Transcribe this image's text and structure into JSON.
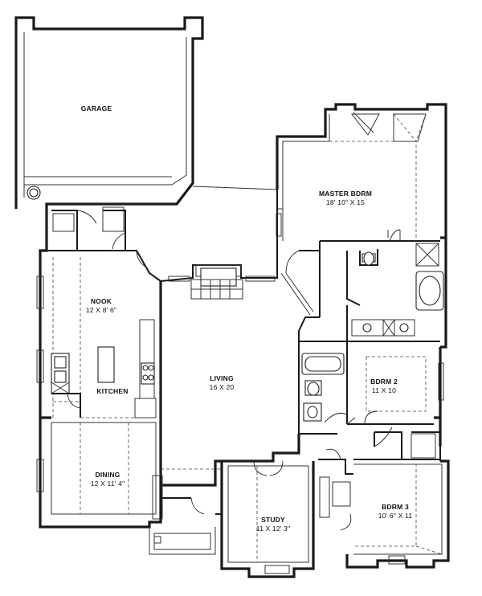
{
  "plan": {
    "rooms": [
      {
        "id": "garage",
        "name": "GARAGE",
        "dims": ""
      },
      {
        "id": "master",
        "name": "MASTER BDRM",
        "dims": "18' 10\" X 15"
      },
      {
        "id": "nook",
        "name": "NOOK",
        "dims": "12 X 8' 6\""
      },
      {
        "id": "kitchen",
        "name": "KITCHEN",
        "dims": ""
      },
      {
        "id": "living",
        "name": "LIVING",
        "dims": "16 X 20"
      },
      {
        "id": "bdrm2",
        "name": "BDRM 2",
        "dims": "11 X 10"
      },
      {
        "id": "dining",
        "name": "DINING",
        "dims": "12 X 11' 4\""
      },
      {
        "id": "study",
        "name": "STUDY",
        "dims": "11 X 12' 3\""
      },
      {
        "id": "bdrm3",
        "name": "BDRM 3",
        "dims": "10' 6\" X 11"
      }
    ]
  }
}
